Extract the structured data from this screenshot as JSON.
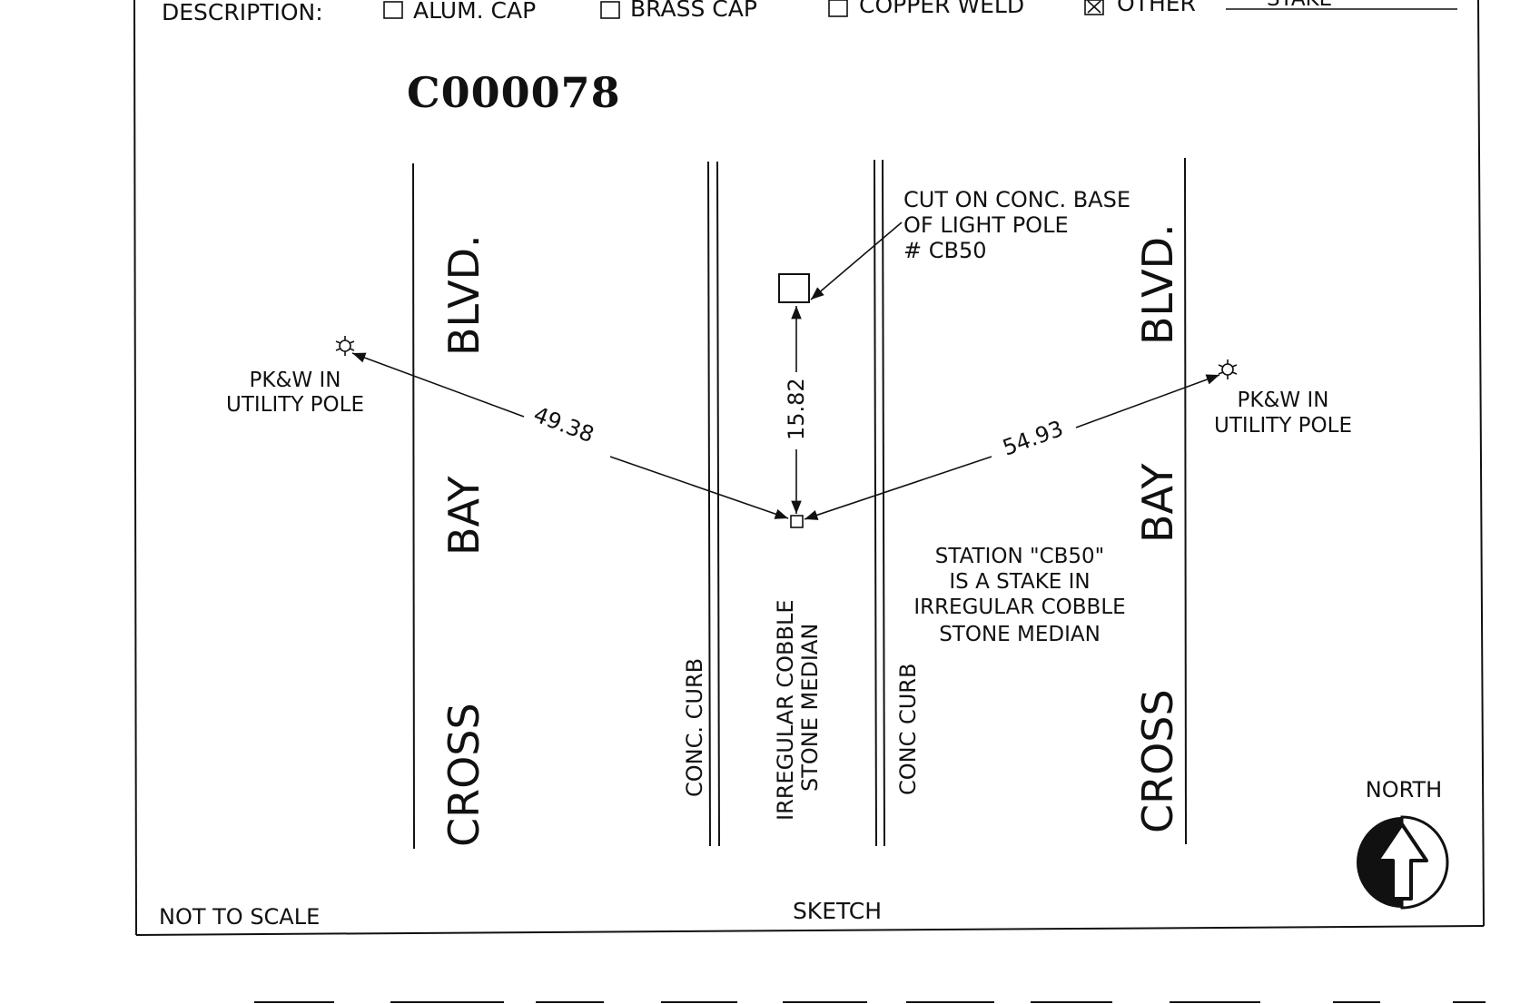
{
  "header": {
    "description_label": "DESCRIPTION:",
    "options": [
      {
        "label": "ALUM. CAP",
        "checked": false
      },
      {
        "label": "BRASS CAP",
        "checked": false
      },
      {
        "label": "COPPER WELD",
        "checked": false
      },
      {
        "label": "OTHER",
        "checked": true
      }
    ],
    "other_value": "STAKE"
  },
  "stamp_number": "C000078",
  "streets": {
    "left_words": [
      "CROSS",
      "BAY",
      "BLVD."
    ],
    "right_words": [
      "CROSS",
      "BAY",
      "BLVD."
    ]
  },
  "curb_labels": {
    "left": "CONC. CURB",
    "right": "CONC CURB"
  },
  "median_label": [
    "IRREGULAR COBBLE",
    "STONE MEDIAN"
  ],
  "light_pole_note": [
    "CUT ON CONC. BASE",
    "OF LIGHT POLE",
    "# CB50"
  ],
  "left_pole_label": [
    "PK&W IN",
    "UTILITY POLE"
  ],
  "right_pole_label": [
    "PK&W IN",
    "UTILITY POLE"
  ],
  "distances": {
    "left": "49.38",
    "vertical": "15.82",
    "right": "54.93"
  },
  "station_note": [
    "STATION \"CB50\"",
    "IS A STAKE IN",
    "IRREGULAR COBBLE",
    "STONE MEDIAN"
  ],
  "north_label": "NORTH",
  "footer": {
    "scale": "NOT TO SCALE",
    "title": "SKETCH"
  }
}
